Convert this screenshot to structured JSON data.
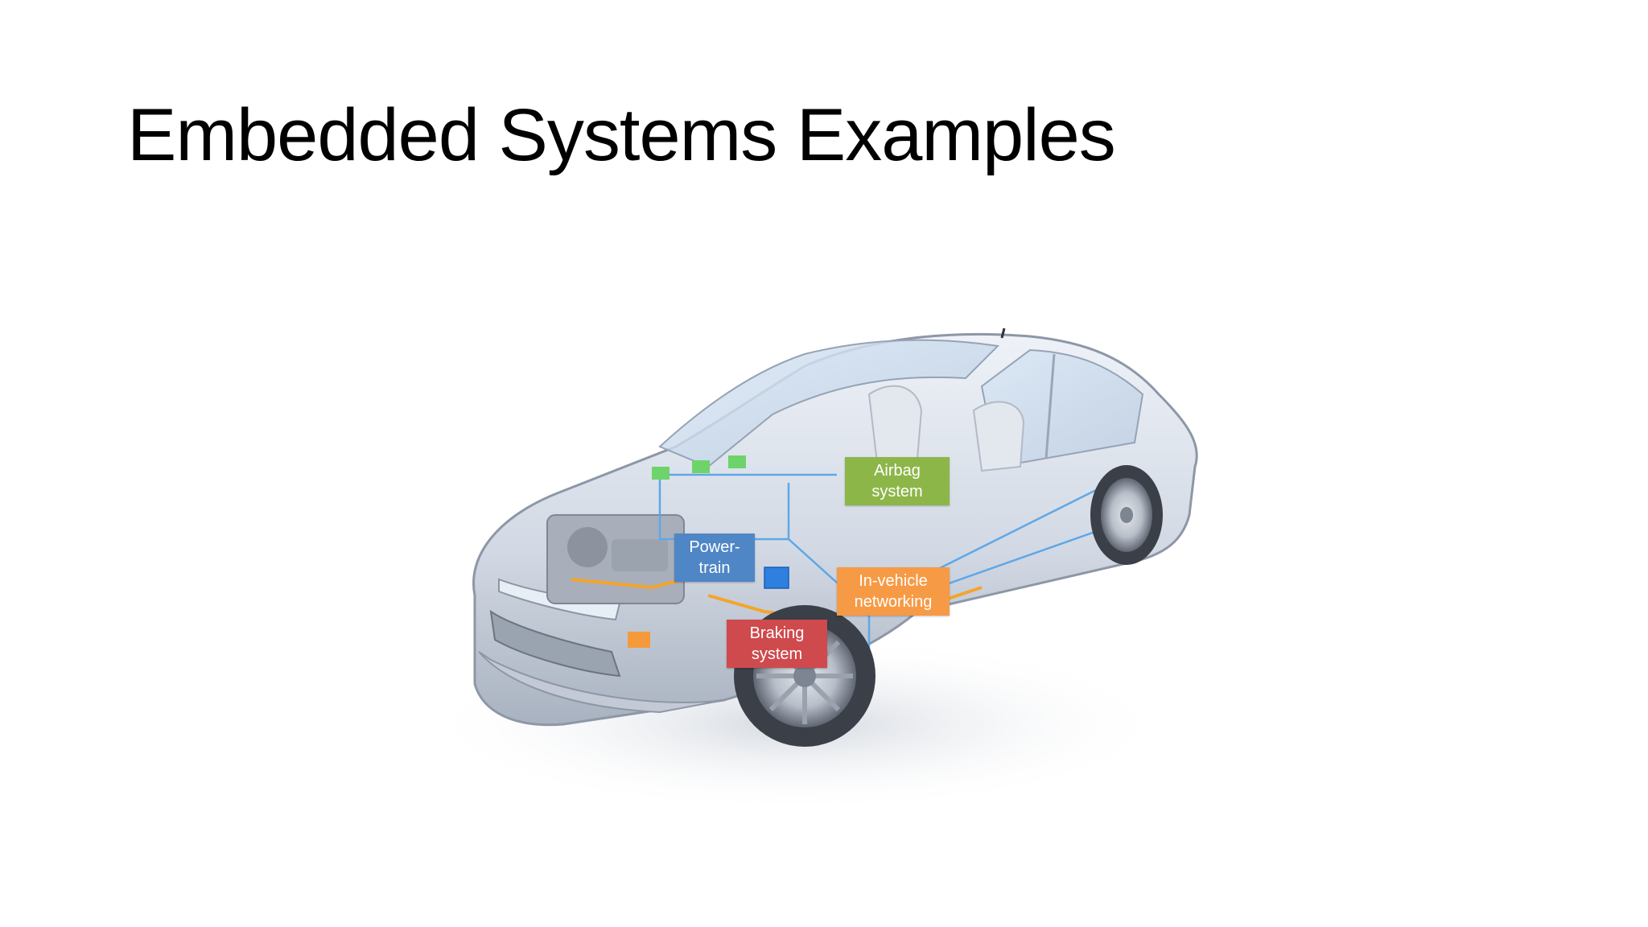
{
  "slide": {
    "title": "Embedded Systems Examples"
  },
  "figure": {
    "callouts": [
      {
        "id": "airbag",
        "text": "Airbag\nsystem",
        "color": "#8db648"
      },
      {
        "id": "powertrain",
        "text": "Power-\ntrain",
        "color": "#4f86c6"
      },
      {
        "id": "networking",
        "text": "In-vehicle\nnetworking",
        "color": "#f79a45"
      },
      {
        "id": "braking",
        "text": "Braking\nsystem",
        "color": "#cf4a4d"
      }
    ]
  }
}
